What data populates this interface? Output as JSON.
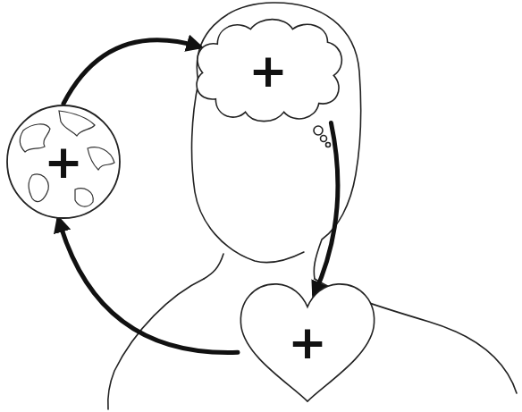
{
  "diagram": {
    "nodes": [
      {
        "text": [
          "+"
        ]
      },
      {
        "text": [
          "+"
        ]
      },
      {
        "text": [
          "+"
        ]
      }
    ],
    "edges": [
      {
        "from": 1,
        "to": 0,
        "arrow": "to"
      },
      {
        "from": 0,
        "to": 2,
        "arrow": "to"
      },
      {
        "from": 2,
        "to": 1,
        "arrow": "to"
      }
    ]
  }
}
